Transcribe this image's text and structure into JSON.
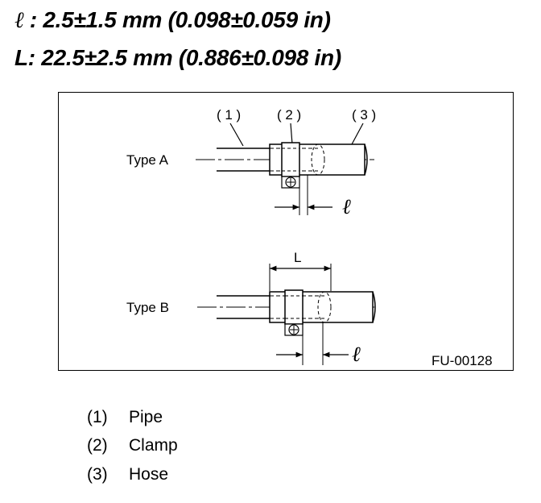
{
  "specs": {
    "small_l_symbol": "ℓ",
    "small_l_value": " : 2.5±1.5 mm (0.098±0.059 in)",
    "big_l_line": "L: 22.5±2.5 mm (0.886±0.098 in)"
  },
  "figure": {
    "callouts": [
      "( 1 )",
      "( 2 )",
      "( 3 )"
    ],
    "type_a_label": "Type A",
    "type_b_label": "Type B",
    "dimension_l": "L",
    "dimension_ell": "ℓ",
    "figure_code": "FU-00128"
  },
  "legend": [
    {
      "number": "(1)",
      "label": "Pipe"
    },
    {
      "number": "(2)",
      "label": "Clamp"
    },
    {
      "number": "(3)",
      "label": "Hose"
    }
  ]
}
